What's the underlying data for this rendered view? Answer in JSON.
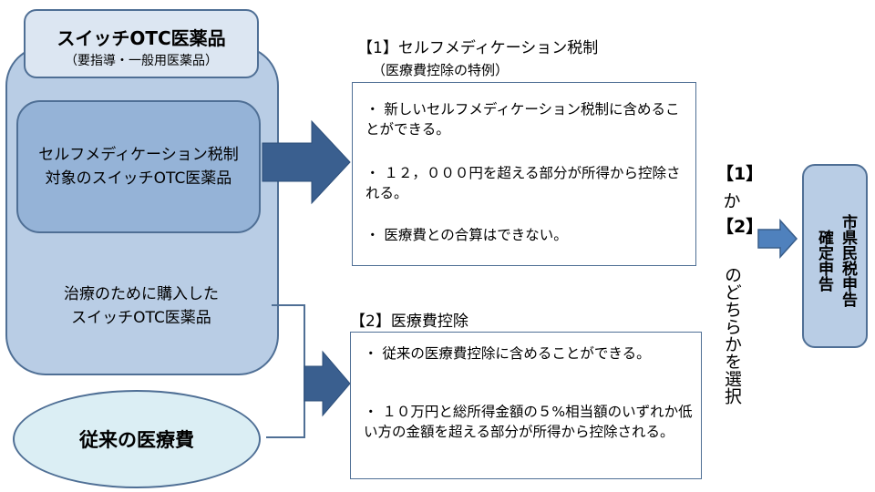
{
  "left": {
    "title": "スイッチOTC医薬品",
    "subtitle": "（要指導・一般用医薬品）",
    "inner_line1": "セルフメディケーション税制",
    "inner_line2": "対象のスイッチOTC医薬品",
    "treatment_line1": "治療のために購入した",
    "treatment_line2": "スイッチOTC医薬品",
    "conventional": "従来の医療費"
  },
  "section1": {
    "heading": "【1】セルフメディケーション税制",
    "subheading": "（医療費控除の特例）",
    "bullets": [
      "・ 新しいセルフメディケーション税制に含めることができる。",
      "・ １２，０００円を超える部分が所得から控除される。",
      "・ 医療費との合算はできない。"
    ]
  },
  "section2": {
    "heading": "【2】医療費控除",
    "bullets": [
      "・ 従来の医療費控除に含めることができる。",
      "・ １０万円と総所得金額の５%相当額のいずれか低い方の金額を超える部分が所得から控除される。"
    ]
  },
  "choice": {
    "opt1": "【1】",
    "ka": "か",
    "opt2": "【2】",
    "text": "のどちらかを選択"
  },
  "right": {
    "col1": "市県民税申告",
    "col2": "確定申告"
  },
  "colors": {
    "outer_fill": "#b9cde5",
    "inner_fill": "#95b3d7",
    "ellipse_fill": "#dbeef4",
    "arrow": "#3a5f8f",
    "border": "#4f6f95"
  }
}
